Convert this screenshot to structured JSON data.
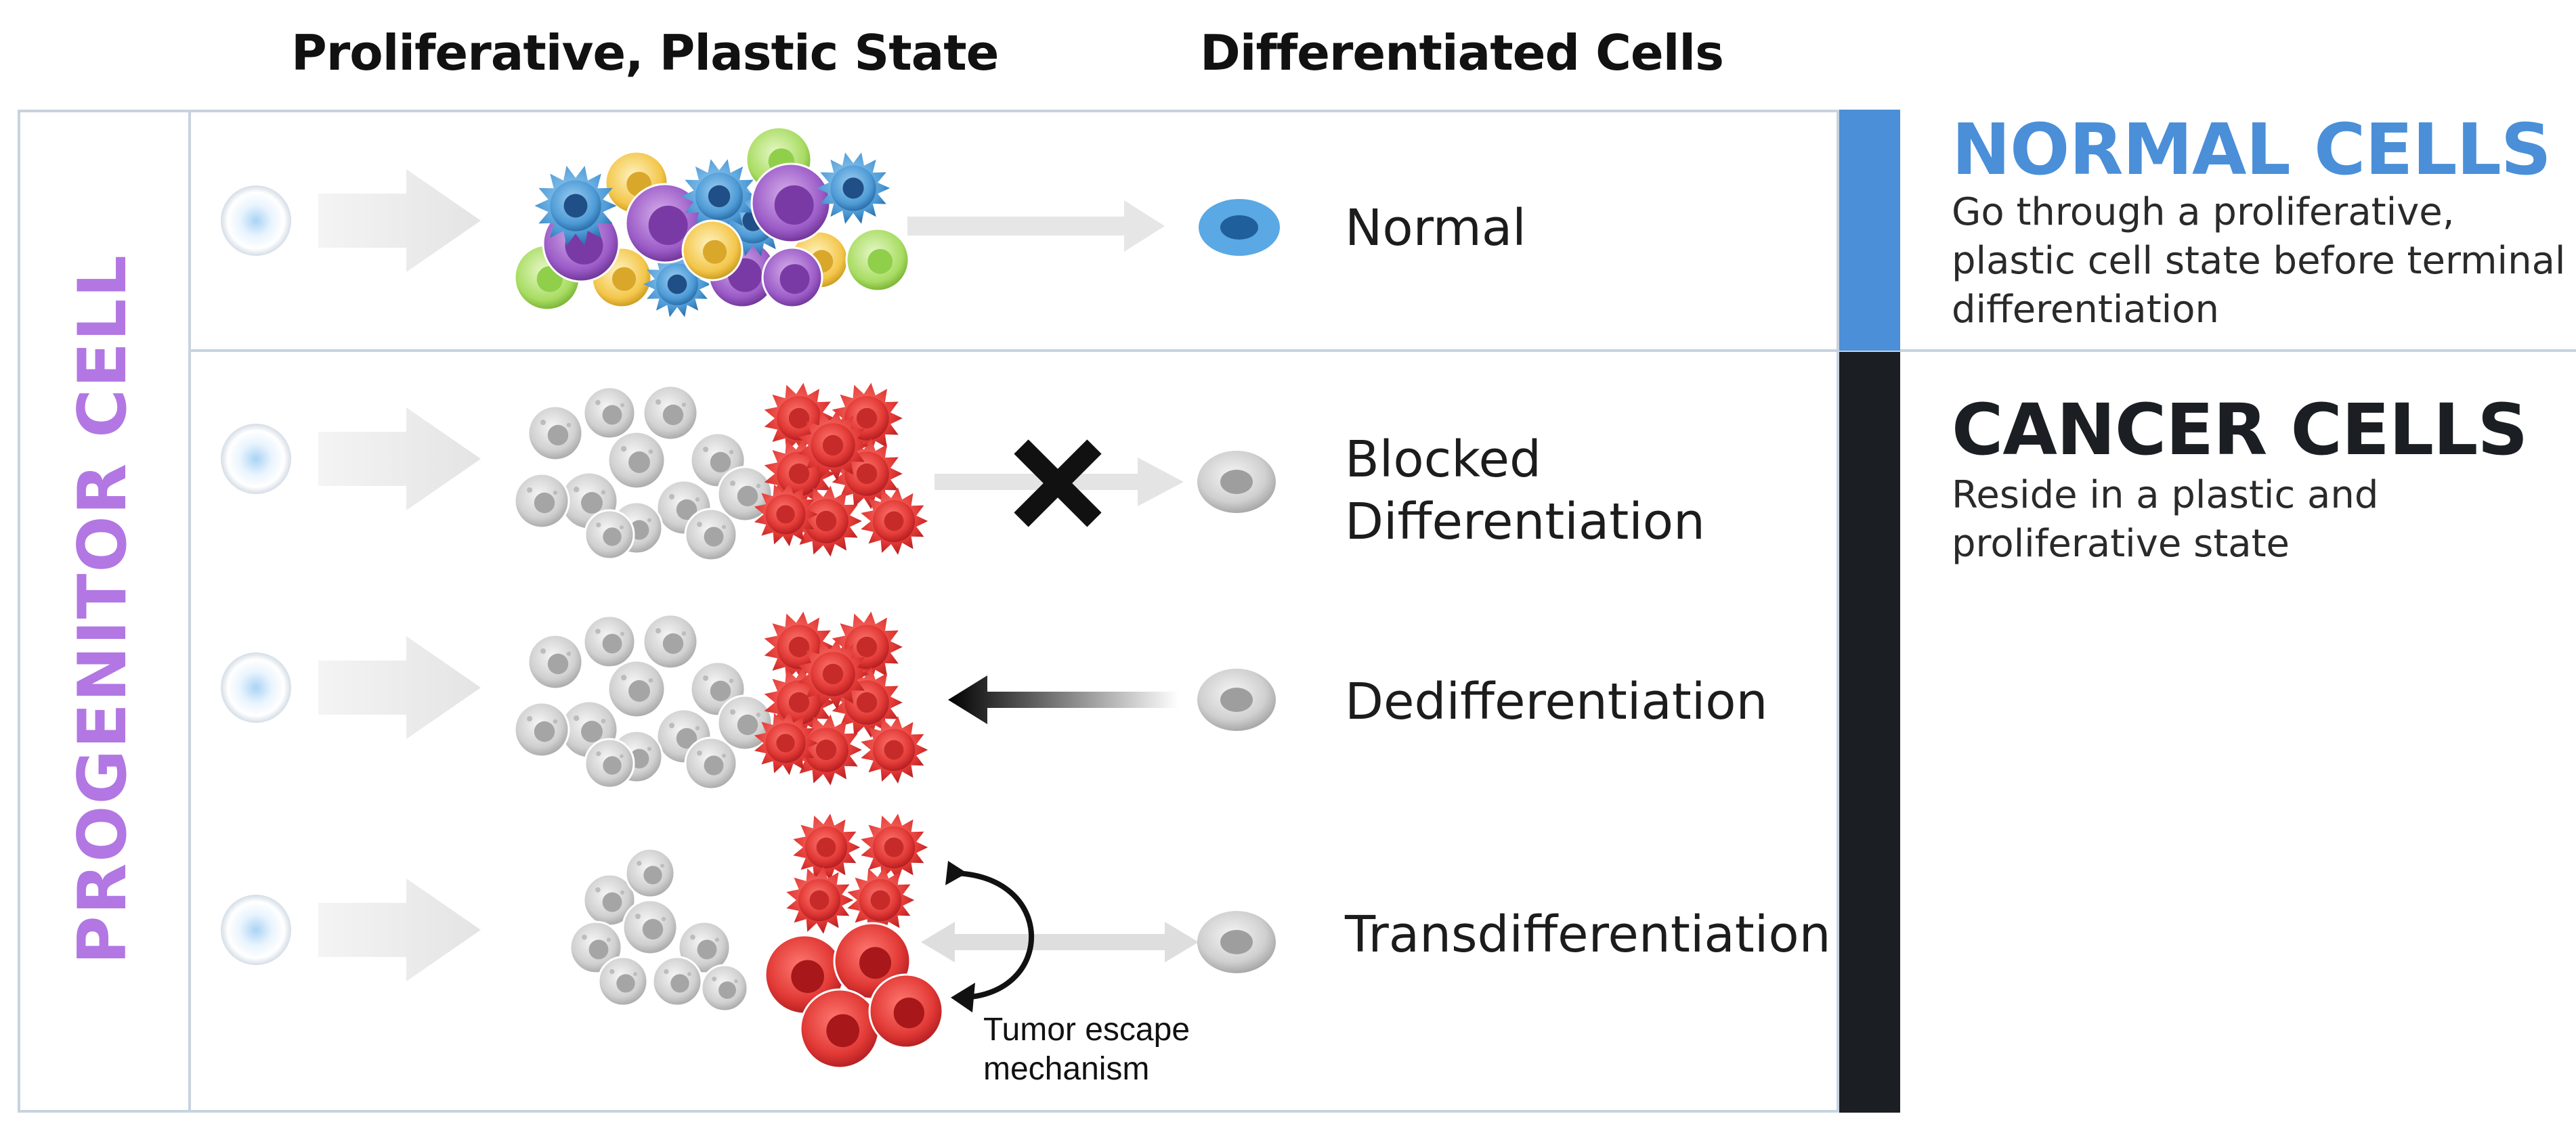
{
  "headers": {
    "proliferative": "Proliferative, Plastic State",
    "differentiated": "Differentiated Cells"
  },
  "side_label": "PROGENITOR CELL",
  "rows": {
    "normal": "Normal",
    "blocked_line1": "Blocked",
    "blocked_line2": "Differentiation",
    "dedifferentiation": "Dedifferentiation",
    "transdifferentiation": "Transdifferentiation"
  },
  "annotation": {
    "line1": "Tumor escape",
    "line2": "mechanism"
  },
  "panels": {
    "normal": {
      "title": "NORMAL CELLS",
      "desc_line1": "Go through a proliferative,",
      "desc_line2": "plastic cell state before terminal",
      "desc_line3": "differentiation"
    },
    "cancer": {
      "title": "CANCER CELLS",
      "desc_line1": "Reside in a plastic and",
      "desc_line2": "proliferative state"
    }
  },
  "colors": {
    "normal_accent": "#4a8fd8",
    "cancer_accent": "#1b1e22",
    "progenitor_label": "#b277e3",
    "cancer_cell": "#e8403f",
    "grey_cell": "#cfcfcf"
  },
  "icons": {
    "block": "x-mark-icon",
    "reverse": "left-arrow-icon",
    "loop": "curved-arrow-icon"
  }
}
